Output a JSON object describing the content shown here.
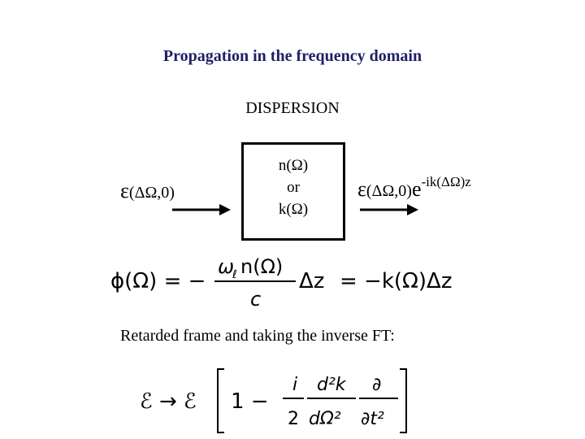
{
  "title": "Propagation in the frequency domain",
  "dispersion_label": "DISPERSION",
  "box": {
    "line1": "n(Ω)",
    "line2": "or",
    "line3": "k(Ω)"
  },
  "input_field": {
    "symbol": "ε",
    "args": "(ΔΩ,0)"
  },
  "output_field": {
    "symbol": "ε",
    "args": "(ΔΩ,0)",
    "exp_base": "e",
    "exponent": "-ik(ΔΩ)z"
  },
  "equation1": {
    "lhs": "ϕ(Ω) = −",
    "frac_num": "ω",
    "frac_num_sub": "ℓ",
    "frac_num_rest": "n(Ω)",
    "frac_den": "c",
    "after_frac": "Δz",
    "rhs": "= −k(Ω)Δz"
  },
  "retarded_text": "Retarded frame and taking the inverse FT:",
  "equation2": {
    "lhs": "ℰ → ℰ",
    "one_minus": "1 −",
    "f1_num": "i",
    "f1_den": "2",
    "f2_num": "d²k",
    "f2_den": "dΩ²",
    "f3_num": "∂",
    "f3_den": "∂t²"
  },
  "colors": {
    "title": "#1f1f66",
    "text": "#000000",
    "background": "#ffffff"
  }
}
